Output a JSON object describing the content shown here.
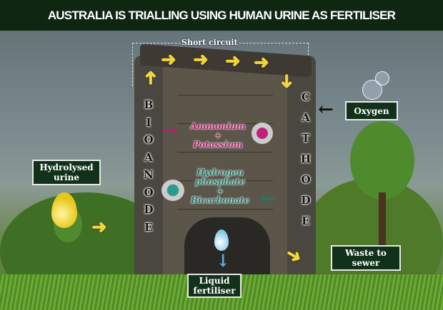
{
  "title": "AUSTRALIA IS TRIALLING USING HUMAN URINE AS FERTILISER",
  "short_circuit": "Short circuit",
  "bioanode": [
    "B",
    "I",
    "O",
    "A",
    "N",
    "O",
    "D",
    "E"
  ],
  "cathode": [
    "C",
    "A",
    "T",
    "H",
    "O",
    "D",
    "E"
  ],
  "ions_out": {
    "line1": "Ammonium",
    "plus": "+",
    "line2": "Potassium"
  },
  "ions_in": {
    "line1": "Hydrogen",
    "line2": "phosphate",
    "plus": "+",
    "line3": "Bicarbonate"
  },
  "labels": {
    "hydrolysed_urine": "Hydrolysed urine",
    "oxygen": "Oxygen",
    "waste": "Waste to sewer",
    "liquid_fertiliser": "Liquid fertiliser"
  },
  "colors": {
    "ammonium": "#b0206e",
    "phosphate": "#1f7a6a",
    "arrow": "#f1d53a",
    "title_bg": "#0f2613"
  }
}
